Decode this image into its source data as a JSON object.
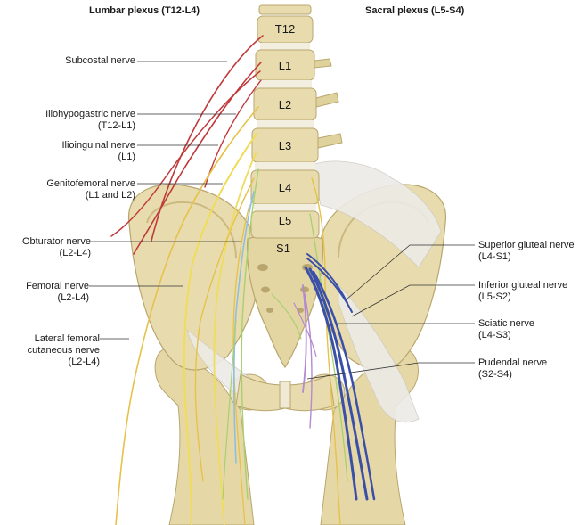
{
  "headers": {
    "lumbar": "Lumbar plexus (T12-L4)",
    "sacral": "Sacral plexus (L5-S4)"
  },
  "vertebrae": [
    "T12",
    "L1",
    "L2",
    "L3",
    "L4",
    "L5",
    "S1"
  ],
  "left_labels": [
    {
      "name": "Subcostal nerve",
      "root": ""
    },
    {
      "name": "Iliohypogastric nerve",
      "root": "(T12-L1)"
    },
    {
      "name": "Ilioinguinal nerve",
      "root": "(L1)"
    },
    {
      "name": "Genitofemoral nerve",
      "root": "(L1 and L2)"
    },
    {
      "name": "Obturator nerve",
      "root": "(L2-L4)"
    },
    {
      "name": "Femoral nerve",
      "root": "(L2-L4)"
    },
    {
      "name": "Lateral femoral",
      "root": "cutaneous nerve",
      "root2": "(L2-L4)"
    }
  ],
  "right_labels": [
    {
      "name": "Superior gluteal nerve",
      "root": "(L4-S1)"
    },
    {
      "name": "Inferior gluteal nerve",
      "root": "(L5-S2)"
    },
    {
      "name": "Sciatic nerve",
      "root": "(L4-S3)"
    },
    {
      "name": "Pudendal nerve",
      "root": "(S2-S4)"
    }
  ],
  "colors": {
    "bone": "#e8dcae",
    "bone_shade": "#c9b77c",
    "disc": "#f3efe0",
    "ligament": "#ecebe6",
    "subcostal": "#c0393b",
    "lumbar": "#e6c24a",
    "femoral": "#f0dc5a",
    "obturator": "#8fbfe0",
    "genitofemoral": "#a8d070",
    "sciatic": "#3a4fa8",
    "pudendal": "#b48ad0"
  }
}
